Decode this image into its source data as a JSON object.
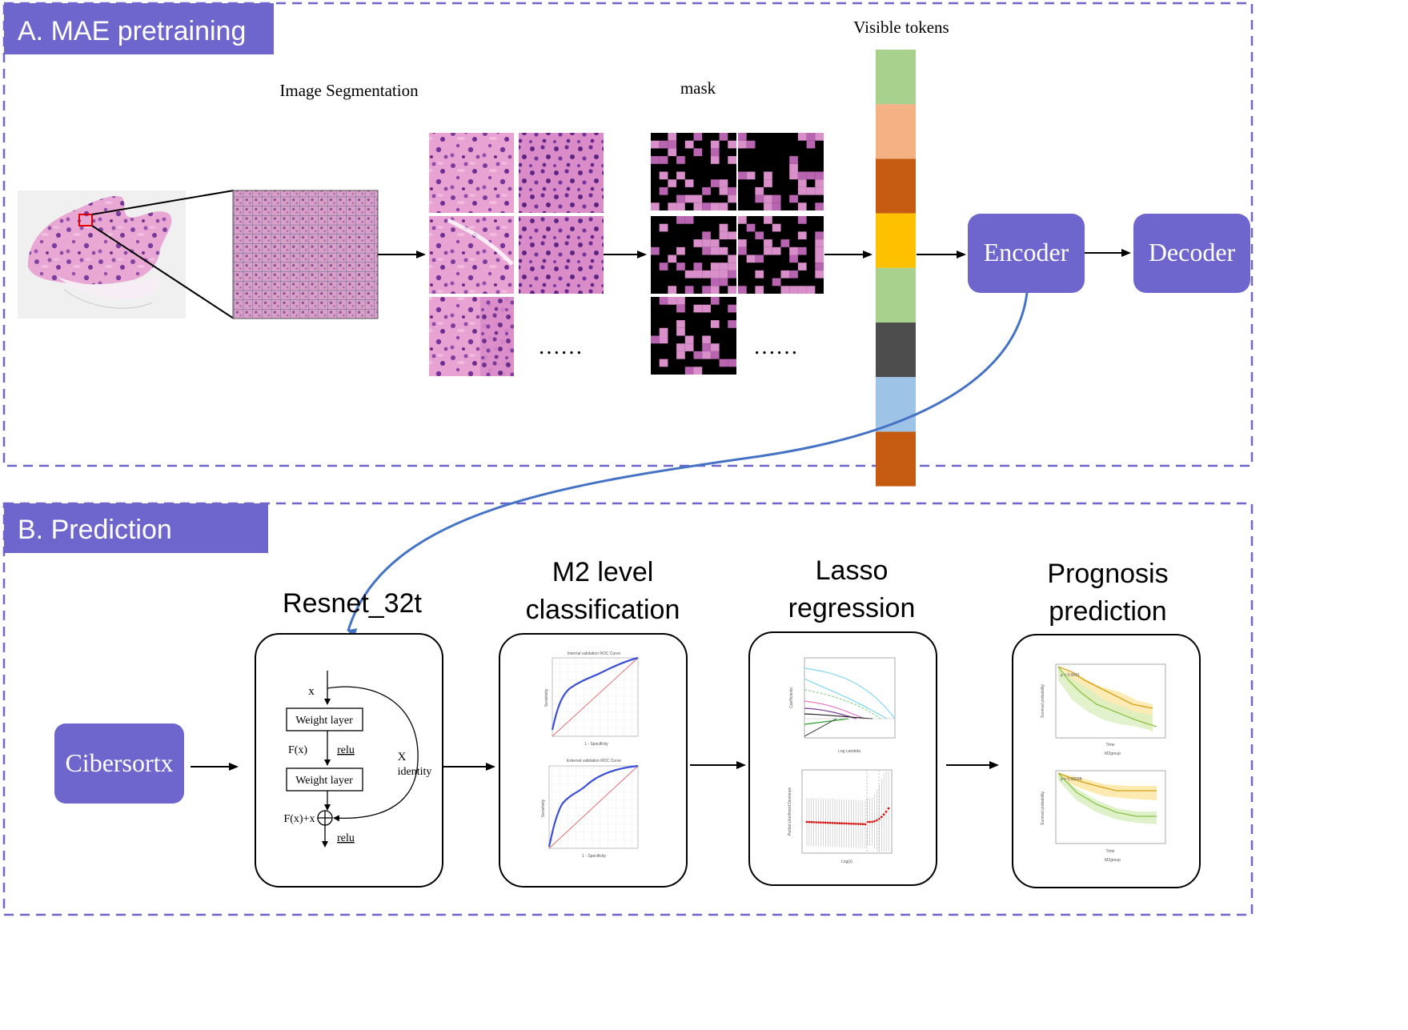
{
  "panels": {
    "a": {
      "label": "A. MAE pretraining"
    },
    "b": {
      "label": "B. Prediction"
    }
  },
  "pipeline_a": {
    "image_segmentation": "Image Segmentation",
    "mask": "mask",
    "visible_tokens": "Visible tokens",
    "ellipsis": "……",
    "encoder": "Encoder",
    "decoder": "Decoder",
    "token_colors": [
      "#a9d18e",
      "#f4b183",
      "#c55a11",
      "#ffc000",
      "#a9d18e",
      "#4d4d4d",
      "#9dc3e6",
      "#c55a11"
    ]
  },
  "pipeline_b": {
    "cibersortx": "Cibersortx",
    "resnet_title": "Resnet_32t",
    "m2_title_line1": "M2 level",
    "m2_title_line2": "classification",
    "lasso_title_line1": "Lasso",
    "lasso_title_line2": "regression",
    "prognosis_title_line1": "Prognosis",
    "prognosis_title_line2": "prediction"
  },
  "resnet_block": {
    "input": "x",
    "layer1": "Weight layer",
    "fx": "F(x)",
    "relu1": "relu",
    "layer2": "Weight layer",
    "identity_x": "X",
    "identity": "identity",
    "sum": "F(x)+x",
    "relu2": "relu"
  },
  "roc_plots": {
    "internal_title": "Internal validation ROC Curve",
    "external_title": "External validation ROC Curve",
    "xlabel": "1 - Specificity",
    "ylabel": "Sensitivity"
  },
  "lasso_plots": {
    "xlabel_top": "Log Lambda",
    "ylabel_top": "Coefficients",
    "xlabel_bottom": "Log(λ)",
    "ylabel_bottom": "Partial Likelihood Deviance"
  },
  "km_plots": {
    "p_top": "p < 0.0001",
    "p_bottom": "p = 0.00048",
    "xlabel": "Time",
    "ylabel": "Survival probability",
    "legend": "M2group"
  },
  "colors": {
    "accent": "#6f66cd",
    "dashed_border": "#6f66cd",
    "curve": "#4472c4"
  }
}
